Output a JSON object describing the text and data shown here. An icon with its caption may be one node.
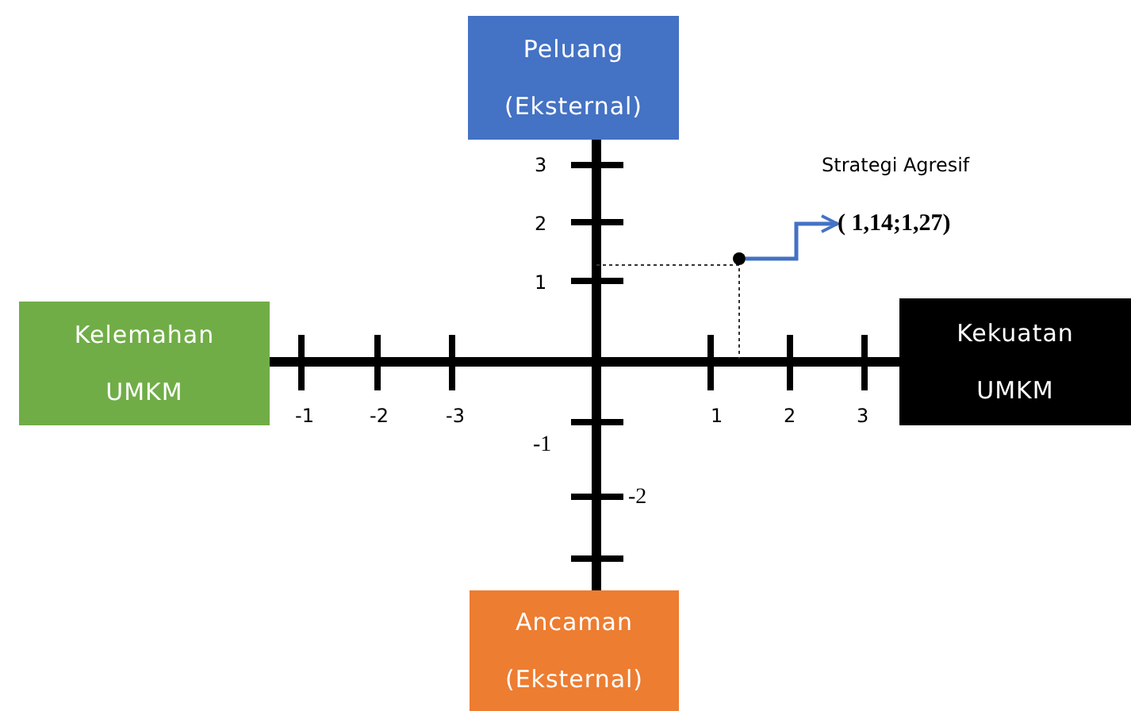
{
  "diagram": {
    "nodes": [
      {
        "text": [
          "Peluang (Eksternal)"
        ]
      },
      {
        "text": [
          "Kelemahan UMKM"
        ]
      },
      {
        "text": [
          "Kekuatan UMKM"
        ]
      },
      {
        "text": [
          "Ancaman (Eksternal)"
        ]
      },
      {
        "text": [],
        "shape": "circle"
      },
      {
        "text": [
          "( 1,14;1,27)"
        ],
        "beside": [
          "Strategi Agresif"
        ]
      }
    ],
    "edges": [
      {
        "from": 4,
        "to": 5,
        "arrow": "to",
        "color": "#4472c4"
      }
    ],
    "labels": [
      "3",
      "2",
      "1",
      "-1",
      "-2",
      "-3",
      "1",
      "2",
      "3",
      "-1",
      "-2"
    ]
  }
}
